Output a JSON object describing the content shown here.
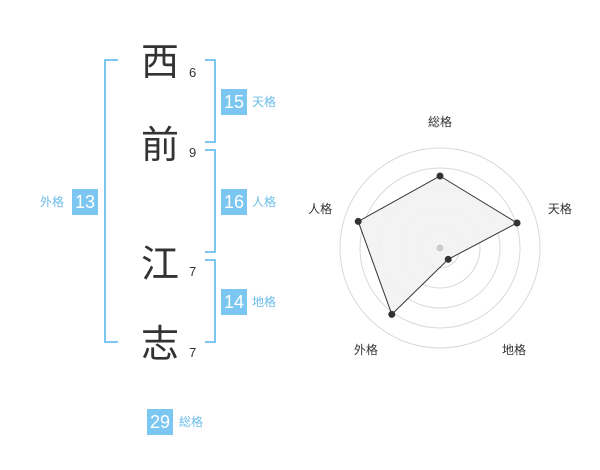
{
  "name": {
    "characters": [
      {
        "char": "西",
        "strokes": "6"
      },
      {
        "char": "前",
        "strokes": "9"
      },
      {
        "char": "江",
        "strokes": "7"
      },
      {
        "char": "志",
        "strokes": "7"
      }
    ]
  },
  "fortunes": {
    "tenkaku": {
      "value": "15",
      "label": "天格"
    },
    "jinkaku": {
      "value": "16",
      "label": "人格"
    },
    "chikaku": {
      "value": "14",
      "label": "地格"
    },
    "gaikaku": {
      "value": "13",
      "label": "外格"
    },
    "soukaku": {
      "value": "29",
      "label": "総格"
    }
  },
  "radar": {
    "axis_labels": [
      "総格",
      "天格",
      "地格",
      "外格",
      "人格"
    ],
    "rings": 5,
    "levels": [
      0.72,
      0.81,
      0.14,
      0.82,
      0.86
    ]
  },
  "colors": {
    "accent": "#7cc7f2",
    "label_accent": "#6bbde9",
    "ring": "#d9d9d9",
    "polygon_fill": "#f2f2f2",
    "polygon_stroke": "#333333"
  }
}
